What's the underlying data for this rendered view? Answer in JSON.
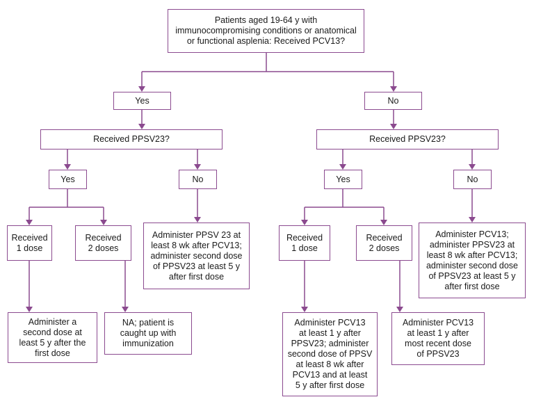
{
  "diagram": {
    "line_color": "#8b4a8f",
    "root": "Patients aged 19-64 y with\nimmunocompromising conditions or anatomical\nor functional asplenia: Received PCV13?",
    "left": {
      "answer": "Yes",
      "question": "Received PPSV23?",
      "yes": {
        "answer": "Yes",
        "one_dose": "Received\n1 dose",
        "one_dose_action": "Administer a\nsecond dose at\nleast 5 y after the\nfirst dose",
        "two_doses": "Received\n2 doses",
        "two_doses_action": "NA; patient is\ncaught up with\nimmunization"
      },
      "no": {
        "answer": "No",
        "action": "Administer PPSV 23 at\nleast 8 wk after PCV13;\nadminister second dose\nof PPSV23 at least 5 y\nafter first dose"
      }
    },
    "right": {
      "answer": "No",
      "question": "Received PPSV23?",
      "yes": {
        "answer": "Yes",
        "one_dose": "Received\n1 dose",
        "one_dose_action": "Administer PCV13\nat least 1 y after\nPPSV23; administer\nsecond dose of PPSV\nat least 8 wk after\nPCV13 and at least\n5 y after first dose",
        "two_doses": "Received\n2 doses",
        "two_doses_action": "Administer PCV13\nat least 1 y after\nmost recent dose\nof PPSV23"
      },
      "no": {
        "answer": "No",
        "action": "Administer PCV13;\nadminister PPSV23 at\nleast 8 wk after PCV13;\nadminister second dose\nof PPSV23 at least 5 y\nafter first dose"
      }
    }
  }
}
